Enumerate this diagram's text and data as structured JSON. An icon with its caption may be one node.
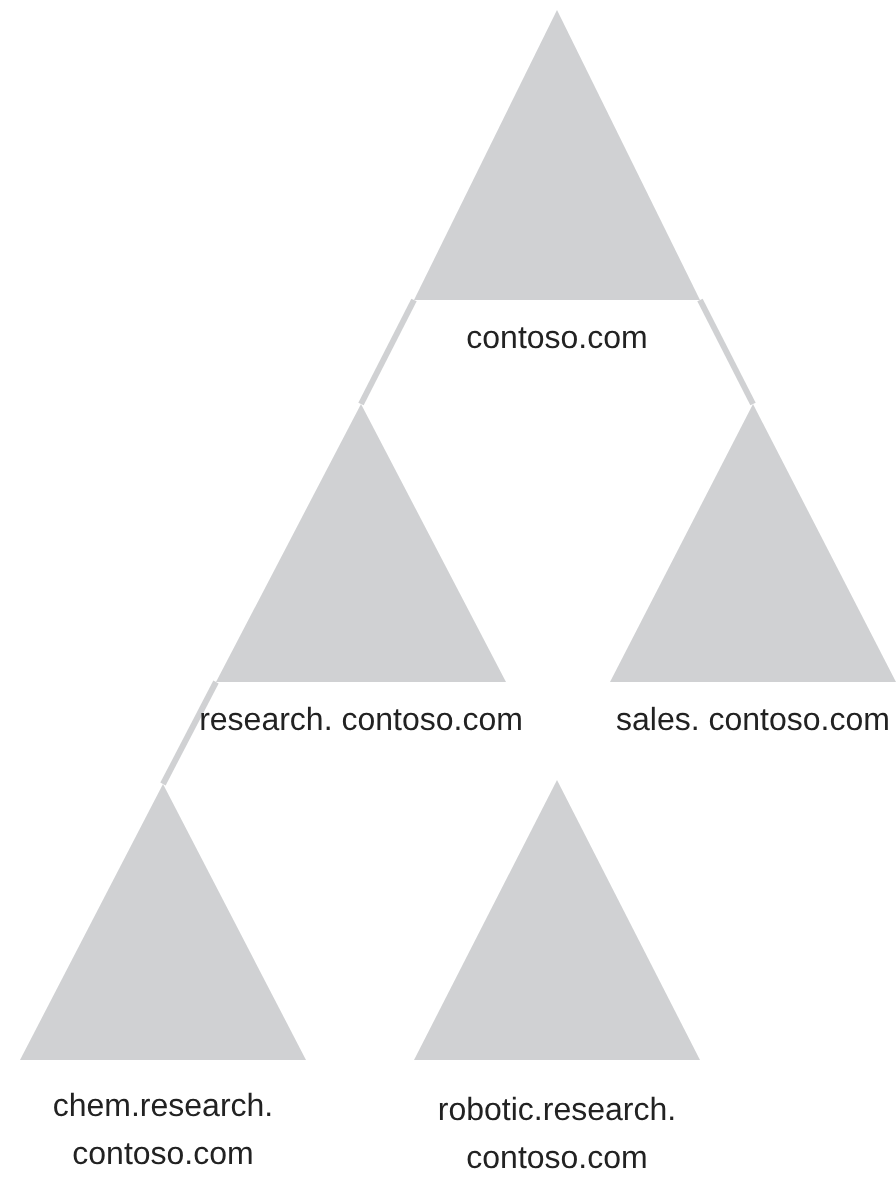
{
  "diagram": {
    "nodes": [
      {
        "text": [
          "contoso.com"
        ]
      },
      {
        "text": [
          "research. contoso.com"
        ]
      },
      {
        "text": [
          "sales. contoso.com"
        ]
      },
      {
        "text": [
          "chem.research. contoso.com"
        ]
      },
      {
        "text": [
          "robotic.research. contoso.com"
        ]
      }
    ],
    "edges": [
      {
        "from": 0,
        "to": 1,
        "arrow": "none"
      },
      {
        "from": 0,
        "to": 2,
        "arrow": "none"
      },
      {
        "from": 1,
        "to": 3,
        "arrow": "none"
      }
    ]
  }
}
